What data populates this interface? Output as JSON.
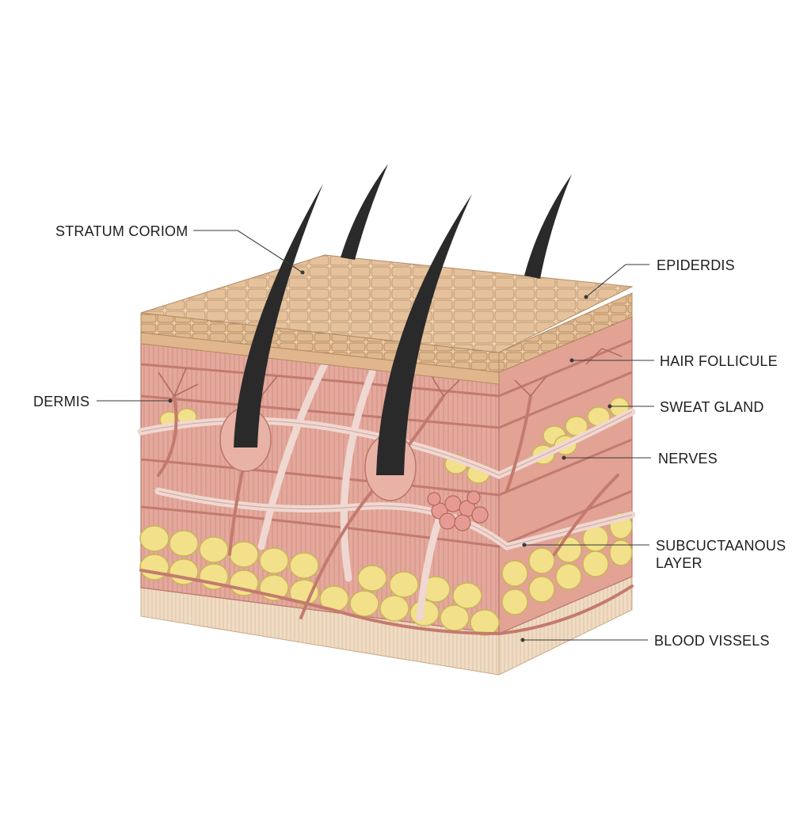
{
  "labels": {
    "stratum": "STRATUM CORIOM",
    "epidermis": "EPIDERDIS",
    "dermis": "DERMIS",
    "hair_follicle": "HAIR FOLLICULE",
    "sweat_gland": "SWEAT GLAND",
    "nerves": "NERVES",
    "subcutaneous": "SUBCUCTAANOUS LAYER",
    "blood_vessels": "BLOOD VISSELS"
  },
  "colors": {
    "background": "#ffffff",
    "epidermis_top": "#e9c9a6",
    "epidermis_cells": "#c79b74",
    "dermis": "#e4a79c",
    "dermis_dark": "#c97d74",
    "fat": "#f1e28d",
    "fat_edge": "#c9b65a",
    "hair": "#2b2b2b",
    "vessel": "#c97f73",
    "nerve": "#ecd2cb",
    "base": "#efd9c1"
  }
}
